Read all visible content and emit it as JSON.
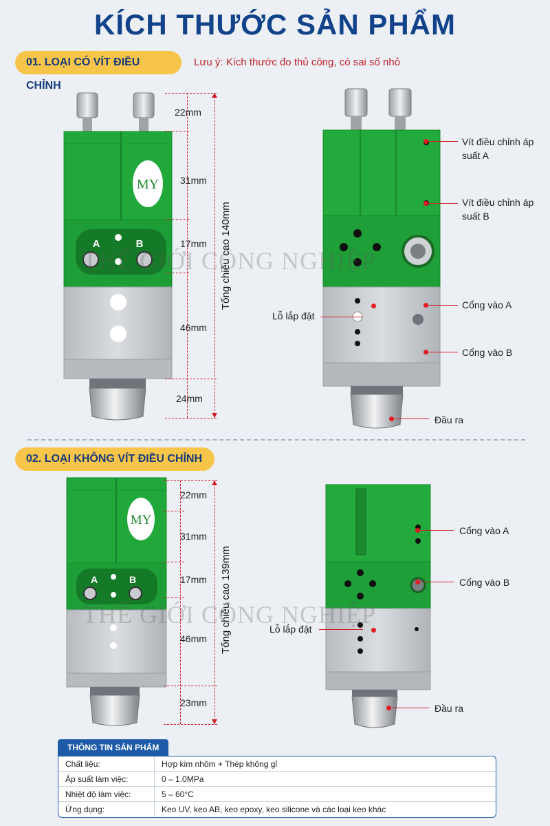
{
  "title": "KÍCH THƯỚC SẢN PHẨM",
  "section1": {
    "label": "01. LOẠI CÓ VÍT ĐIỀU CHỈNH",
    "note": "Lưu ý: Kích thước đo thủ công, có sai số nhỏ",
    "dims": [
      "22mm",
      "31mm",
      "17mm",
      "46mm",
      "24mm"
    ],
    "total": "Tổng chiều cao 140mm",
    "logo": "MY",
    "port_a": "A",
    "port_b": "B",
    "callouts": {
      "screw_a": "Vít điều chỉnh áp suất A",
      "screw_b": "Vít điều chỉnh áp suất B",
      "mount": "Lỗ lắp đặt",
      "inlet_a": "Cổng vào A",
      "inlet_b": "Cổng vào B",
      "outlet": "Đầu ra"
    }
  },
  "section2": {
    "label": "02. LOẠI KHÔNG VÍT ĐIỀU CHỈNH",
    "dims": [
      "22mm",
      "31mm",
      "17mm",
      "46mm",
      "23mm"
    ],
    "total": "Tổng chiều cao 139mm",
    "logo": "MY",
    "port_a": "A",
    "port_b": "B",
    "callouts": {
      "inlet_a": "Cổng vào A",
      "inlet_b": "Cổng vào B",
      "mount": "Lỗ lắp đặt",
      "outlet": "Đầu ra"
    }
  },
  "watermark": "THẾ GIỚI CÔNG NGHIỆP",
  "info": {
    "heading": "THÔNG TIN SẢN PHẨM",
    "rows": [
      {
        "key": "Chất liệu:",
        "value": "Hợp kim nhôm + Thép không gỉ"
      },
      {
        "key": "Áp suất làm việc:",
        "value": "0 – 1.0MPa"
      },
      {
        "key": "Nhiệt độ làm việc:",
        "value": "5 – 60°C"
      },
      {
        "key": "Ứng dụng:",
        "value": "Keo UV, keo AB, keo epoxy, keo silicone và các loại keo khác"
      }
    ]
  },
  "colors": {
    "green": "#21a83a",
    "green_dark": "#17862c",
    "silver": "#c9ccd0",
    "accent_red": "#e01c24",
    "title_blue": "#12428a"
  }
}
